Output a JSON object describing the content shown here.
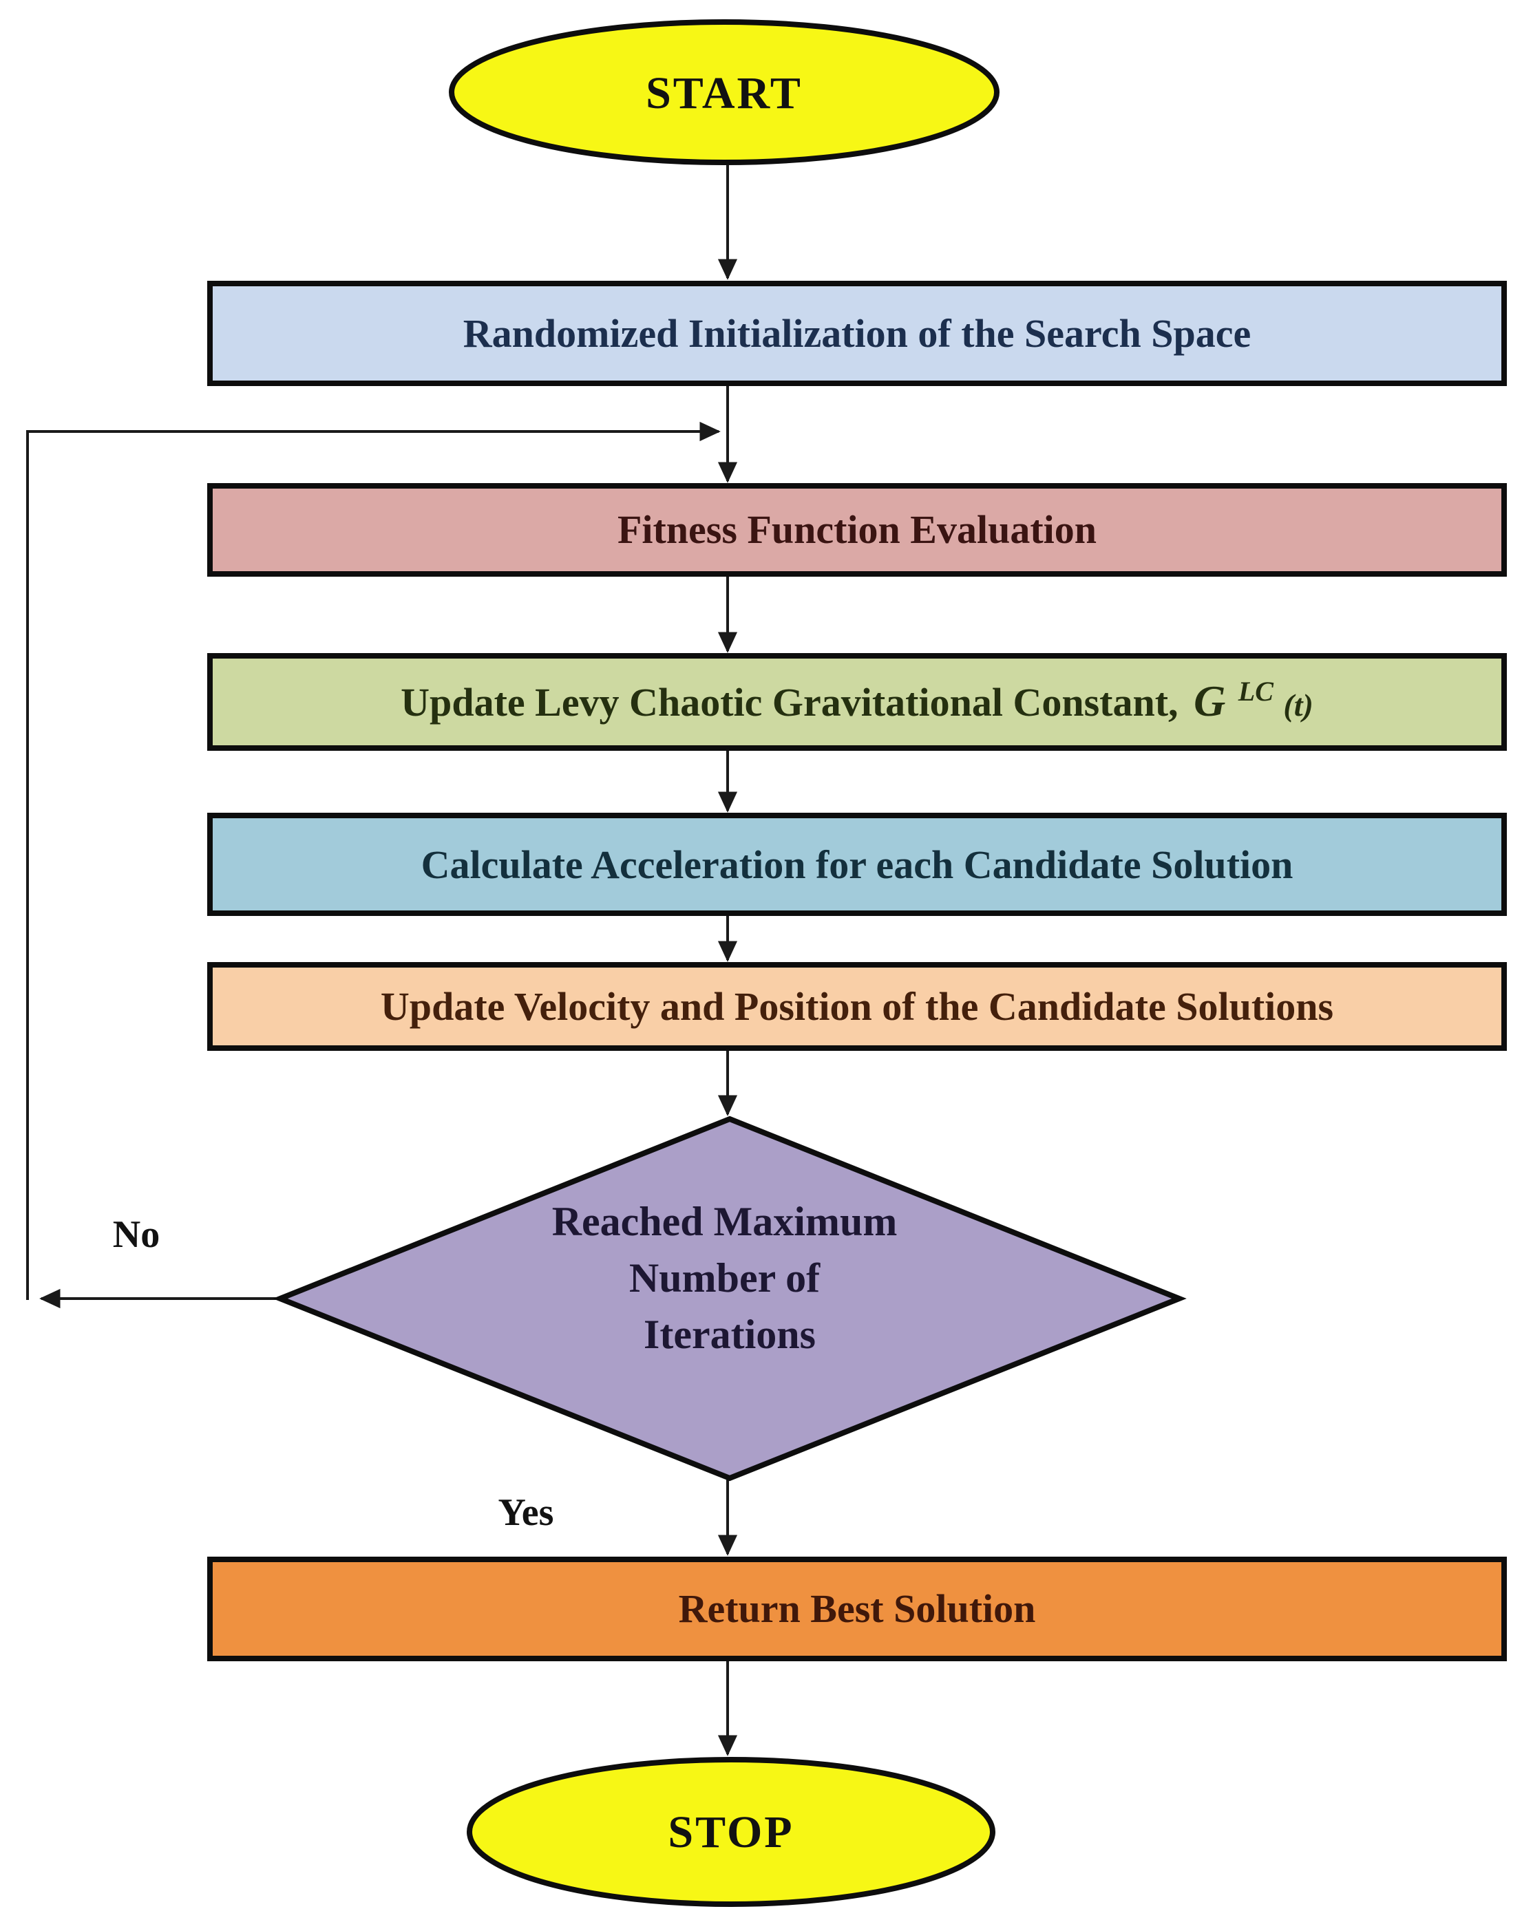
{
  "flowchart": {
    "nodes": {
      "start": {
        "label": "START",
        "fill": "#f7f715",
        "text_color": "#121212"
      },
      "init": {
        "label": "Randomized Initialization of the Search Space",
        "fill": "#cad9ee",
        "text_color": "#1c2f4e"
      },
      "fitness": {
        "label": "Fitness Function Evaluation",
        "fill": "#dba9a6",
        "text_color": "#3a1412"
      },
      "update_constant": {
        "label_prefix": "Update Levy Chaotic Gravitational Constant, ",
        "symbol": "G",
        "symbol_superscript": "LC",
        "symbol_suffix": "(t)",
        "fill": "#cdd9a1",
        "text_color": "#253010"
      },
      "acceleration": {
        "label": "Calculate Acceleration for each Candidate Solution",
        "fill": "#a2cbda",
        "text_color": "#14303d"
      },
      "velocity": {
        "label": "Update Velocity and Position of the Candidate Solutions",
        "fill": "#f9cfa7",
        "text_color": "#44200c"
      },
      "decision": {
        "lines": [
          "Reached Maximum",
          "Number of",
          "Iterations"
        ],
        "fill": "#ab9fc8",
        "text_color": "#1d1733"
      },
      "return_best": {
        "label": "Return Best Solution",
        "fill": "#ef9140",
        "text_color": "#40180a"
      },
      "stop": {
        "label": "STOP",
        "fill": "#f7f715",
        "text_color": "#121212"
      }
    },
    "edges": {
      "no_label": "No",
      "yes_label": "Yes",
      "label_color": "#121212"
    }
  }
}
